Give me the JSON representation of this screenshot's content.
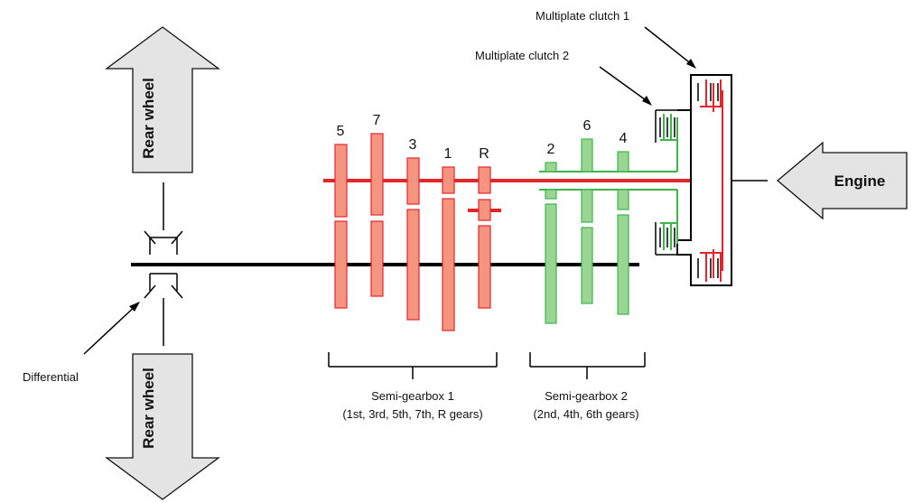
{
  "labels": {
    "rear_wheel_top": "Rear wheel",
    "rear_wheel_bottom": "Rear wheel",
    "engine": "Engine",
    "differential": "Differential",
    "clutch1": "Multiplate clutch 1",
    "clutch2": "Multiplate clutch 2",
    "semi1_title": "Semi-gearbox 1",
    "semi1_sub": "(1st, 3rd, 5th, 7th, R gears)",
    "semi2_title": "Semi-gearbox 2",
    "semi2_sub": "(2nd, 4th, 6th gears)"
  },
  "gear_labels": [
    "5",
    "7",
    "3",
    "1",
    "R",
    "2",
    "6",
    "4"
  ],
  "colors": {
    "semi_gearbox_1": "#e3262b",
    "semi_gearbox_1_fill": "#f59580",
    "semi_gearbox_2": "#3cb54a",
    "semi_gearbox_2_fill": "#9ad593",
    "arrow_fill": "#e4e4e4"
  }
}
